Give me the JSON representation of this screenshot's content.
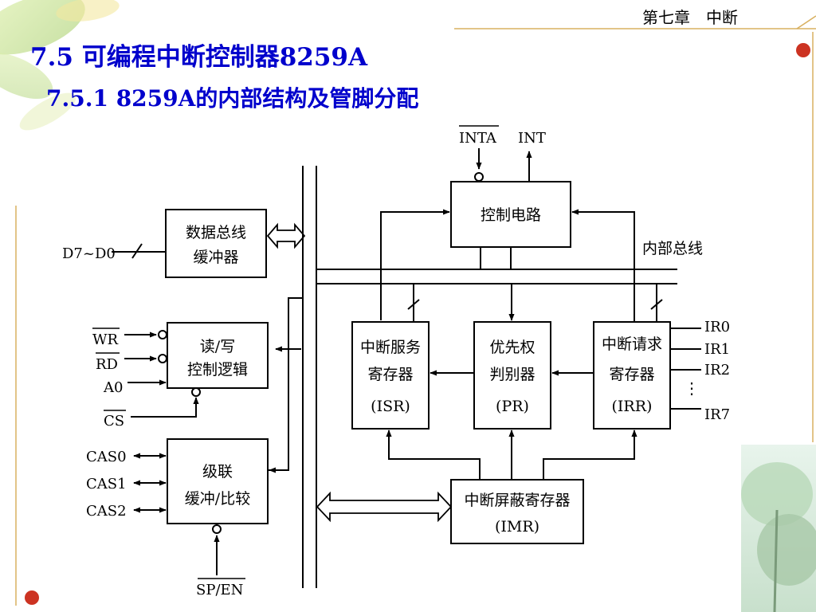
{
  "header": {
    "chapter": "第七章　中断"
  },
  "title": {
    "section": "7.5 可编程中断控制器8259A",
    "subsection": "7.5.1 8259A的内部结构及管脚分配"
  },
  "diagram": {
    "blocks": {
      "data_bus_buffer": [
        "数据总线",
        "缓冲器"
      ],
      "rw_logic": [
        "读/写",
        "控制逻辑"
      ],
      "cascade": [
        "级联",
        "缓冲/比较"
      ],
      "control_circuit": "控制电路",
      "isr": [
        "中断服务",
        "寄存器",
        "(ISR)"
      ],
      "pr": [
        "优先权",
        "判别器",
        "(PR)"
      ],
      "irr": [
        "中断请求",
        "寄存器",
        "(IRR)"
      ],
      "imr": [
        "中断屏蔽寄存器",
        "(IMR)"
      ]
    },
    "internal_bus_label": "内部总线",
    "signals": {
      "inta": "INTA",
      "int": "INT",
      "data": "D7~D0",
      "wr": "WR",
      "rd": "RD",
      "a0": "A0",
      "cs": "CS",
      "cas0": "CAS0",
      "cas1": "CAS1",
      "cas2": "CAS2",
      "sp_en": "SP/EN",
      "ir0": "IR0",
      "ir1": "IR1",
      "ir2": "IR2",
      "ir7": "IR7",
      "ellipsis": "⋮"
    }
  },
  "colors": {
    "title": "#0000cc",
    "bullet": "#cc3322",
    "frame_line": "#d8b060"
  }
}
